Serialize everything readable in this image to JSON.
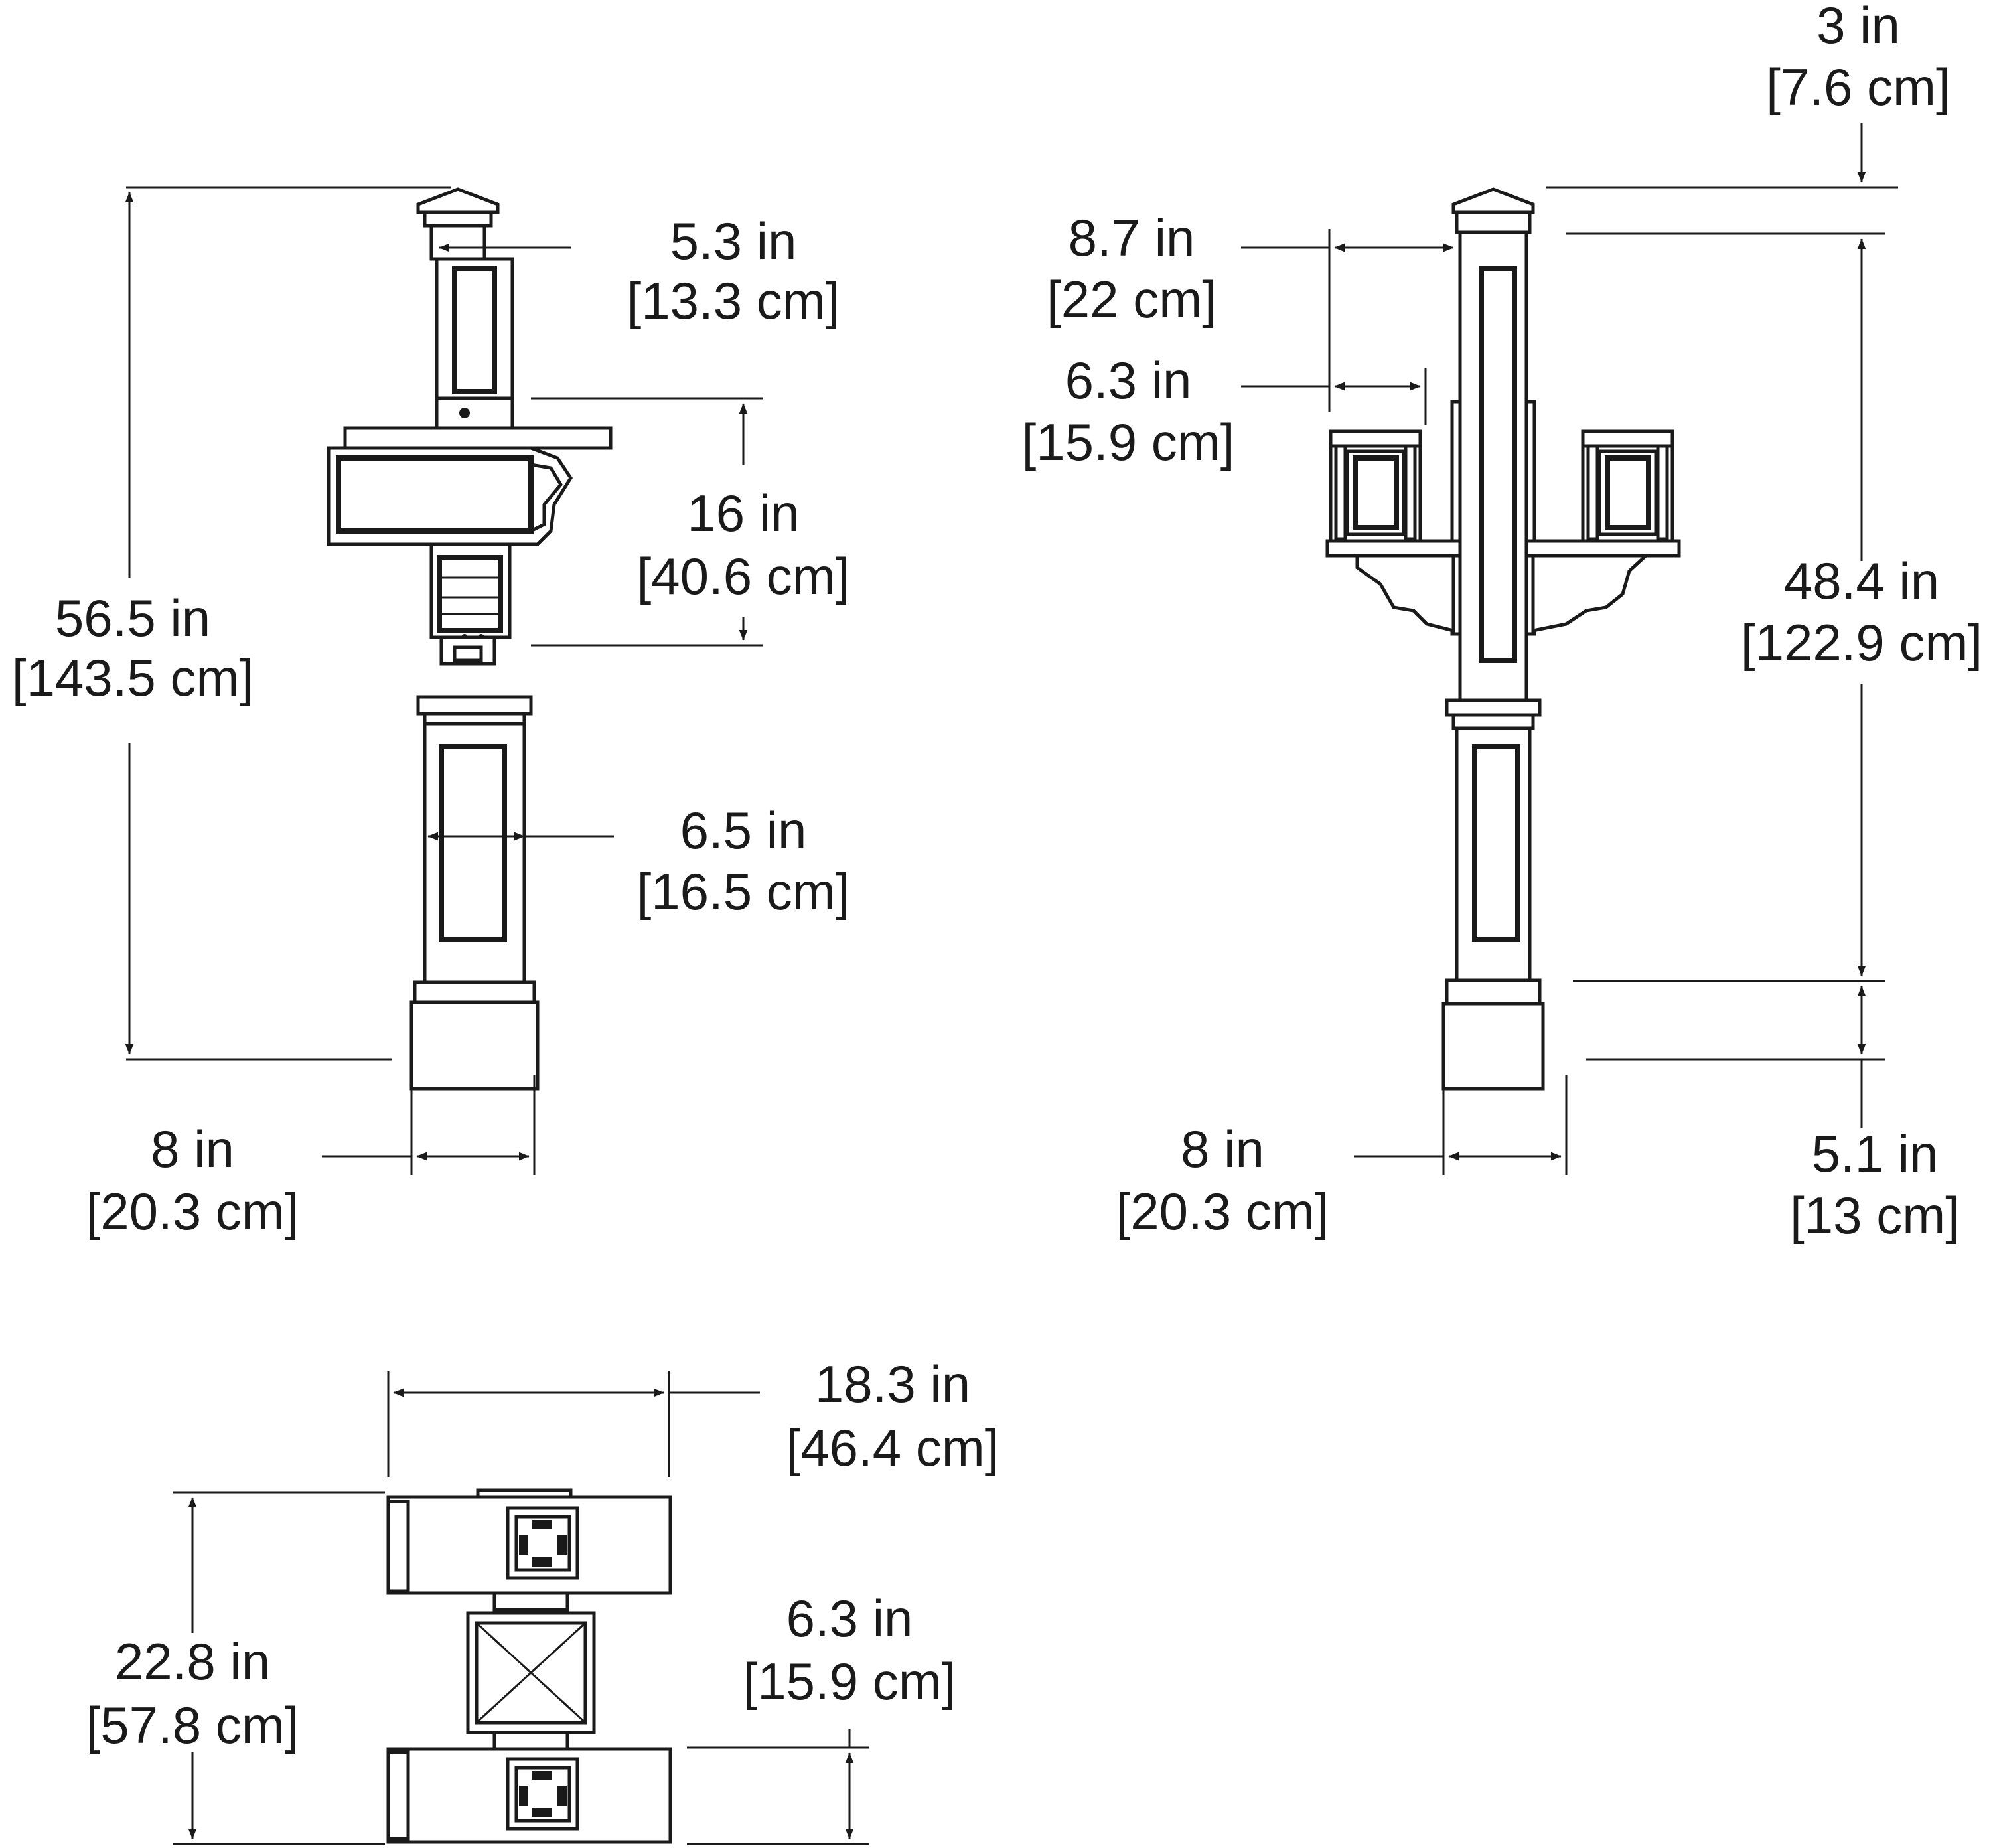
{
  "labels": {
    "height_total": {
      "in": "56.5 in",
      "cm": "[143.5 cm]"
    },
    "post_width_top": {
      "in": "5.3 in",
      "cm": "[13.3 cm]"
    },
    "box_height": {
      "in": "16 in",
      "cm": "[40.6 cm]"
    },
    "post_width_mid": {
      "in": "6.5 in",
      "cm": "[16.5 cm]"
    },
    "base_width_left": {
      "in": "8 in",
      "cm": "[20.3 cm]"
    },
    "cap_height": {
      "in": "3 in",
      "cm": "[7.6 cm]"
    },
    "arm_reach": {
      "in": "8.7 in",
      "cm": "[22 cm]"
    },
    "lantern_width": {
      "in": "6.3 in",
      "cm": "[15.9 cm]"
    },
    "post_height": {
      "in": "48.4 in",
      "cm": "[122.9 cm]"
    },
    "base_height": {
      "in": "5.1 in",
      "cm": "[13 cm]"
    },
    "base_width_right": {
      "in": "8 in",
      "cm": "[20.3 cm]"
    },
    "top_width": {
      "in": "18.3 in",
      "cm": "[46.4 cm]"
    },
    "top_depth": {
      "in": "22.8 in",
      "cm": "[57.8 cm]"
    },
    "top_lantern_width": {
      "in": "6.3 in",
      "cm": "[15.9 cm]"
    }
  }
}
